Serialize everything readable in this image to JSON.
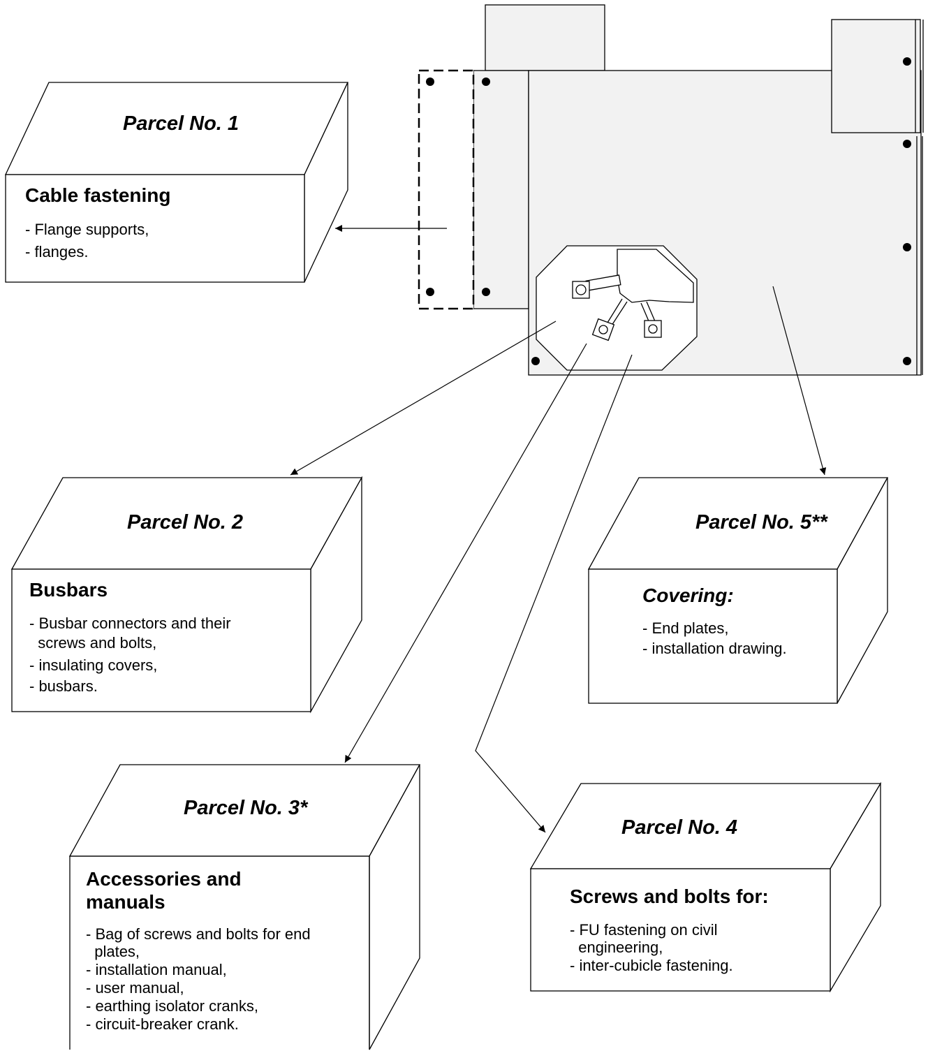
{
  "colors": {
    "cubicle_fill": "#f2f2f2",
    "line": "#000000",
    "box_fill": "#ffffff"
  },
  "parcels": [
    {
      "title": "Parcel No. 1",
      "heading": "Cable fastening",
      "items": [
        "- Flange supports,",
        "- flanges."
      ]
    },
    {
      "title": "Parcel No. 2",
      "heading": "Busbars",
      "items": [
        "- Busbar connectors and their",
        "  screws and bolts,",
        "- insulating covers,",
        "- busbars."
      ]
    },
    {
      "title": "Parcel No. 3*",
      "heading_lines": [
        "Accessories and",
        "manuals"
      ],
      "items": [
        "- Bag of screws and bolts for end",
        "  plates,",
        "- installation manual,",
        "- user manual,",
        "- earthing isolator cranks,",
        "- circuit-breaker crank."
      ]
    },
    {
      "title": "Parcel No. 4",
      "heading": "Screws and bolts for:",
      "items": [
        "- FU fastening on civil",
        "  engineering,",
        "- inter-cubicle fastening."
      ]
    },
    {
      "title": "Parcel No. 5**",
      "heading": "Covering:",
      "items": [
        "- End plates,",
        "- installation drawing."
      ]
    }
  ]
}
